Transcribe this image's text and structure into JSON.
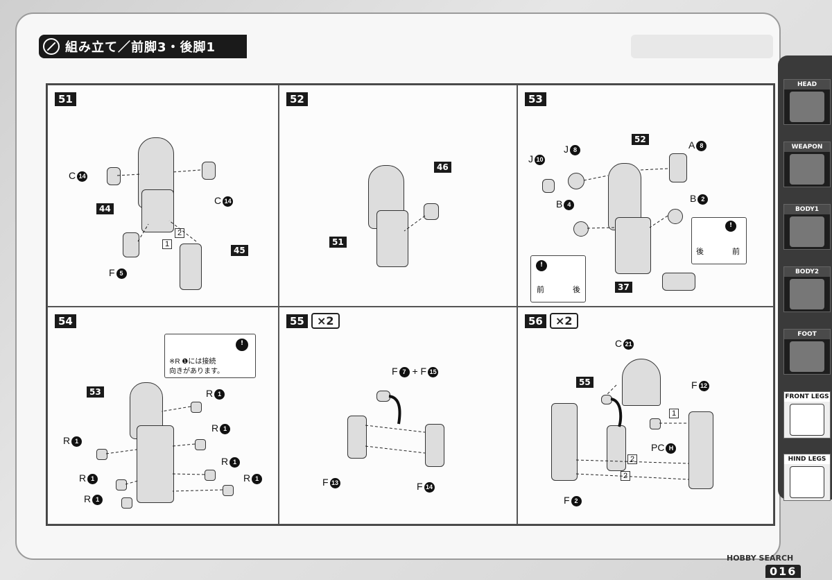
{
  "header": {
    "title": "組み立て／前脚3・後脚1"
  },
  "steps": [
    {
      "number": "51",
      "labels": {
        "c14a": "C",
        "c14a_num": "14",
        "c14b": "C",
        "c14b_num": "14",
        "p44": "44",
        "p45": "45",
        "f5": "F",
        "f5_num": "5",
        "s1": "1",
        "s2": "2"
      }
    },
    {
      "number": "52",
      "labels": {
        "p46": "46",
        "p51": "51"
      }
    },
    {
      "number": "53",
      "labels": {
        "j10": "J",
        "j10_num": "10",
        "j8": "J",
        "j8_num": "8",
        "p52": "52",
        "a8": "A",
        "a8_num": "8",
        "b4": "B",
        "b4_num": "4",
        "b2": "B",
        "b2_num": "2",
        "p37": "37",
        "note1_front": "前",
        "note1_back": "後",
        "note2_back": "後",
        "note2_front": "前"
      }
    },
    {
      "number": "54",
      "labels": {
        "p53": "53",
        "r": "R",
        "r_num": "1",
        "note_line1": "※R ❶には接続",
        "note_line2": "向きがあります。"
      }
    },
    {
      "number": "55",
      "multiplier": "×2",
      "labels": {
        "f7": "F",
        "f7_num": "7",
        "plus": "+",
        "f15": "F",
        "f15_num": "15",
        "f13": "F",
        "f13_num": "13",
        "f14": "F",
        "f14_num": "14"
      }
    },
    {
      "number": "56",
      "multiplier": "×2",
      "labels": {
        "c21": "C",
        "c21_num": "21",
        "p55": "55",
        "f12": "F",
        "f12_num": "12",
        "s1": "1",
        "pch": "PC",
        "pch_num": "H",
        "s2a": "2",
        "s2b": "2",
        "f2": "F",
        "f2_num": "2"
      }
    }
  ],
  "sidebar": {
    "tabs": [
      {
        "label": "HEAD"
      },
      {
        "label": "WEAPON"
      },
      {
        "label": "BODY1"
      },
      {
        "label": "BODY2"
      },
      {
        "label": "FOOT"
      },
      {
        "label": "FRONT LEGS"
      },
      {
        "label": "HIND LEGS"
      }
    ]
  },
  "footer": {
    "brand": "HOBBY SEARCH",
    "page": "016"
  }
}
